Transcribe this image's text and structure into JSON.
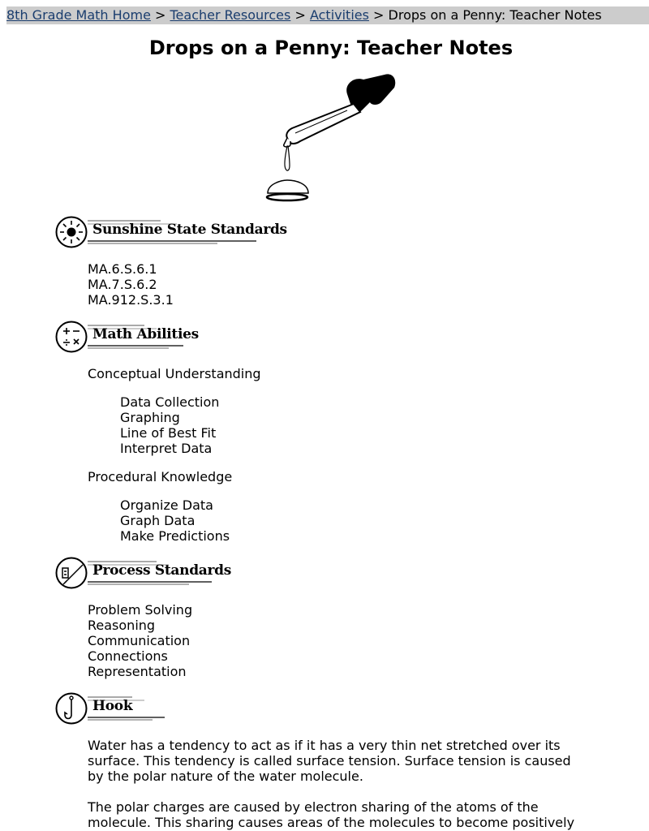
{
  "breadcrumb": {
    "links": [
      "8th Grade Math Home",
      "Teacher Resources",
      "Activities"
    ],
    "separator": ">",
    "current": "Drops on a Penny: Teacher Notes"
  },
  "page_title": "Drops on a Penny: Teacher Notes",
  "icons": {
    "dropper": "eyedropper-icon",
    "sunshine": "sun-icon",
    "math": "math-operators-icon",
    "process": "pencil-icon",
    "hook": "hook-icon"
  },
  "sections": {
    "standards": {
      "title": "Sunshine State Standards",
      "items": [
        "MA.6.S.6.1",
        "MA.7.S.6.2",
        "MA.912.S.3.1"
      ]
    },
    "math_abilities": {
      "title": "Math Abilities",
      "conceptual": {
        "label": "Conceptual Understanding",
        "items": [
          "Data Collection",
          "Graphing",
          "Line of Best Fit",
          "Interpret Data"
        ]
      },
      "procedural": {
        "label": "Procedural Knowledge",
        "items": [
          "Organize Data",
          "Graph Data",
          "Make Predictions"
        ]
      }
    },
    "process_standards": {
      "title": "Process Standards",
      "items": [
        "Problem Solving",
        "Reasoning",
        "Communication",
        "Connections",
        "Representation"
      ]
    },
    "hook": {
      "title": "Hook",
      "paragraphs": [
        "Water has a tendency to act as if it has a very thin net stretched over its surface. This tendency is called surface tension. Surface tension is caused by the polar nature of the water molecule.",
        "The polar charges are caused by electron sharing of the atoms of the molecule. This sharing causes areas of the molecules to become positively"
      ]
    }
  }
}
